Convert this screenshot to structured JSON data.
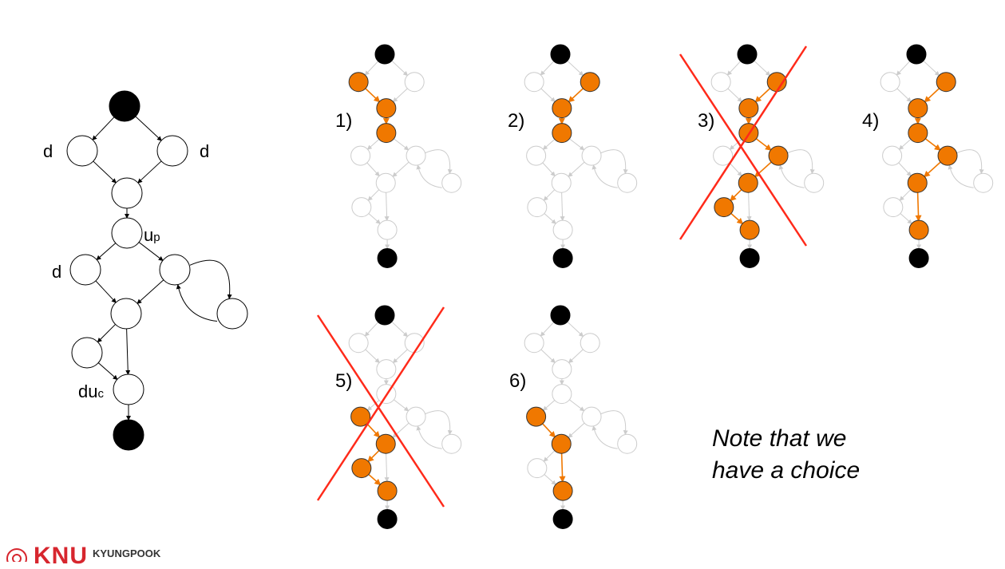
{
  "main_graph": {
    "labels": {
      "d_left": "d",
      "d_right": "d",
      "up": "u",
      "up_sub": "p",
      "d_mid": "d",
      "duc": "du",
      "duc_sub": "c"
    }
  },
  "variants": [
    {
      "label": "1)",
      "crossed": false,
      "nodes": [
        1,
        3,
        4
      ],
      "edges": [
        [
          1,
          3
        ],
        [
          3,
          4
        ]
      ]
    },
    {
      "label": "2)",
      "crossed": false,
      "nodes": [
        2,
        3,
        4
      ],
      "edges": [
        [
          2,
          3
        ],
        [
          3,
          4
        ]
      ]
    },
    {
      "label": "3)",
      "crossed": true,
      "nodes": [
        2,
        3,
        4,
        6,
        7,
        9,
        10
      ],
      "edges": [
        [
          2,
          3
        ],
        [
          3,
          4
        ],
        [
          4,
          6
        ],
        [
          6,
          7
        ],
        [
          7,
          9
        ],
        [
          9,
          10
        ]
      ]
    },
    {
      "label": "4)",
      "crossed": false,
      "nodes": [
        2,
        3,
        4,
        6,
        7,
        10
      ],
      "edges": [
        [
          2,
          3
        ],
        [
          3,
          4
        ],
        [
          4,
          6
        ],
        [
          6,
          7
        ],
        [
          7,
          10
        ]
      ]
    },
    {
      "label": "5)",
      "crossed": true,
      "nodes": [
        5,
        7,
        9,
        10
      ],
      "edges": [
        [
          5,
          7
        ],
        [
          7,
          9
        ],
        [
          9,
          10
        ]
      ]
    },
    {
      "label": "6)",
      "crossed": false,
      "nodes": [
        5,
        7,
        10
      ],
      "edges": [
        [
          5,
          7
        ],
        [
          7,
          10
        ]
      ]
    }
  ],
  "note": {
    "line1": "Note that we",
    "line2": "have a choice"
  },
  "logo": {
    "mark": "KNU",
    "text": "KYUNGPOOK"
  },
  "colors": {
    "highlight": "#f07800",
    "cross": "#ff2a1a",
    "faded": "#d8d8d8"
  }
}
